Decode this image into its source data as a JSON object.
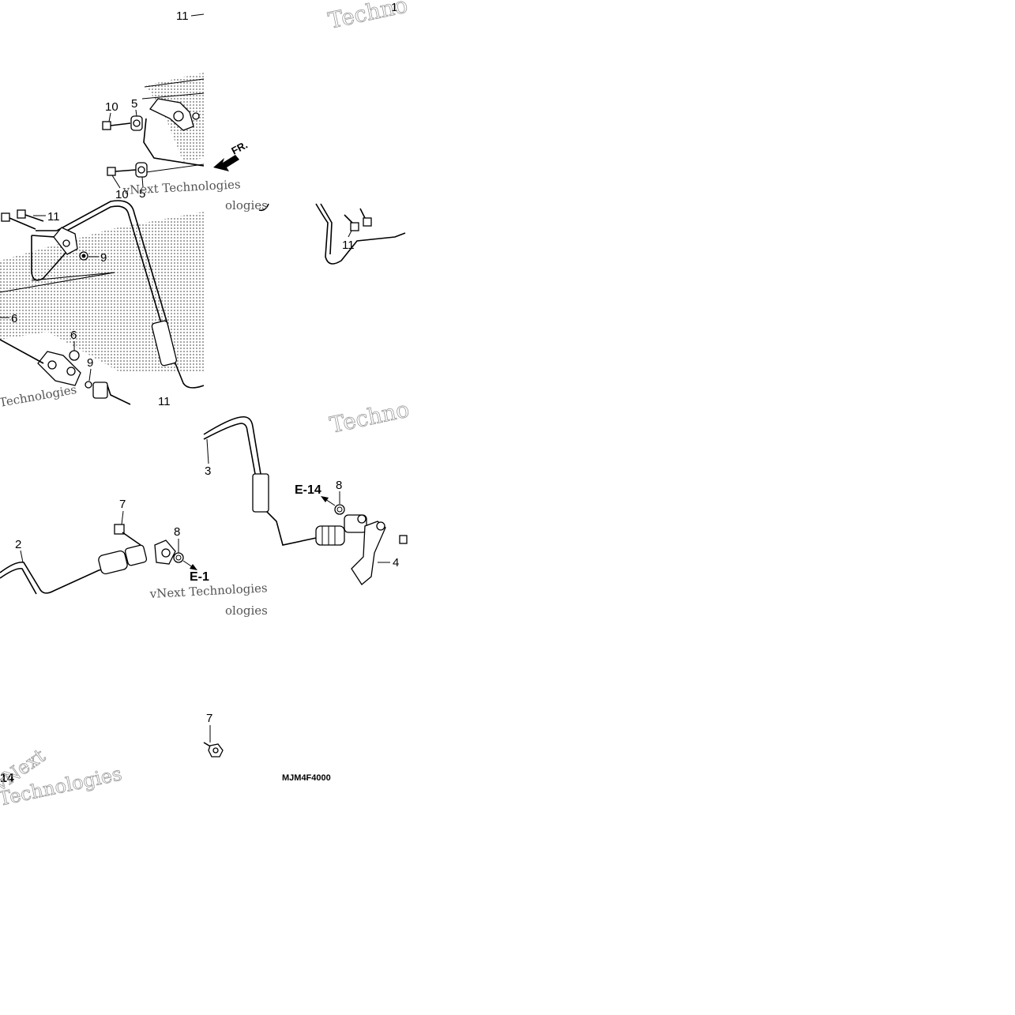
{
  "diagram": {
    "code": "MJM4F4000",
    "front_indicator": "FR.",
    "watermark_lines": [
      "vNext Technologies",
      "Technologies",
      "vNext",
      "Technologies",
      "ologies",
      "Techno"
    ],
    "callouts": {
      "c11_top": "11",
      "c1_top": "1",
      "c10_a": "10",
      "c5_a": "5",
      "c10_b": "10",
      "c5_b": "5",
      "c11_left": "11",
      "c9_a": "9",
      "c6_a": "6",
      "c6_b": "6",
      "c9_b": "9",
      "c11_bottom": "11",
      "c11_right": "11",
      "c3": "3",
      "c8_right": "8",
      "c4": "4",
      "c7_a": "7",
      "c2": "2",
      "c8_left": "8",
      "c7_b": "7"
    },
    "refs": {
      "e14_right": "E-14",
      "e14_left": "E-1",
      "e14_bottom": "14"
    }
  }
}
